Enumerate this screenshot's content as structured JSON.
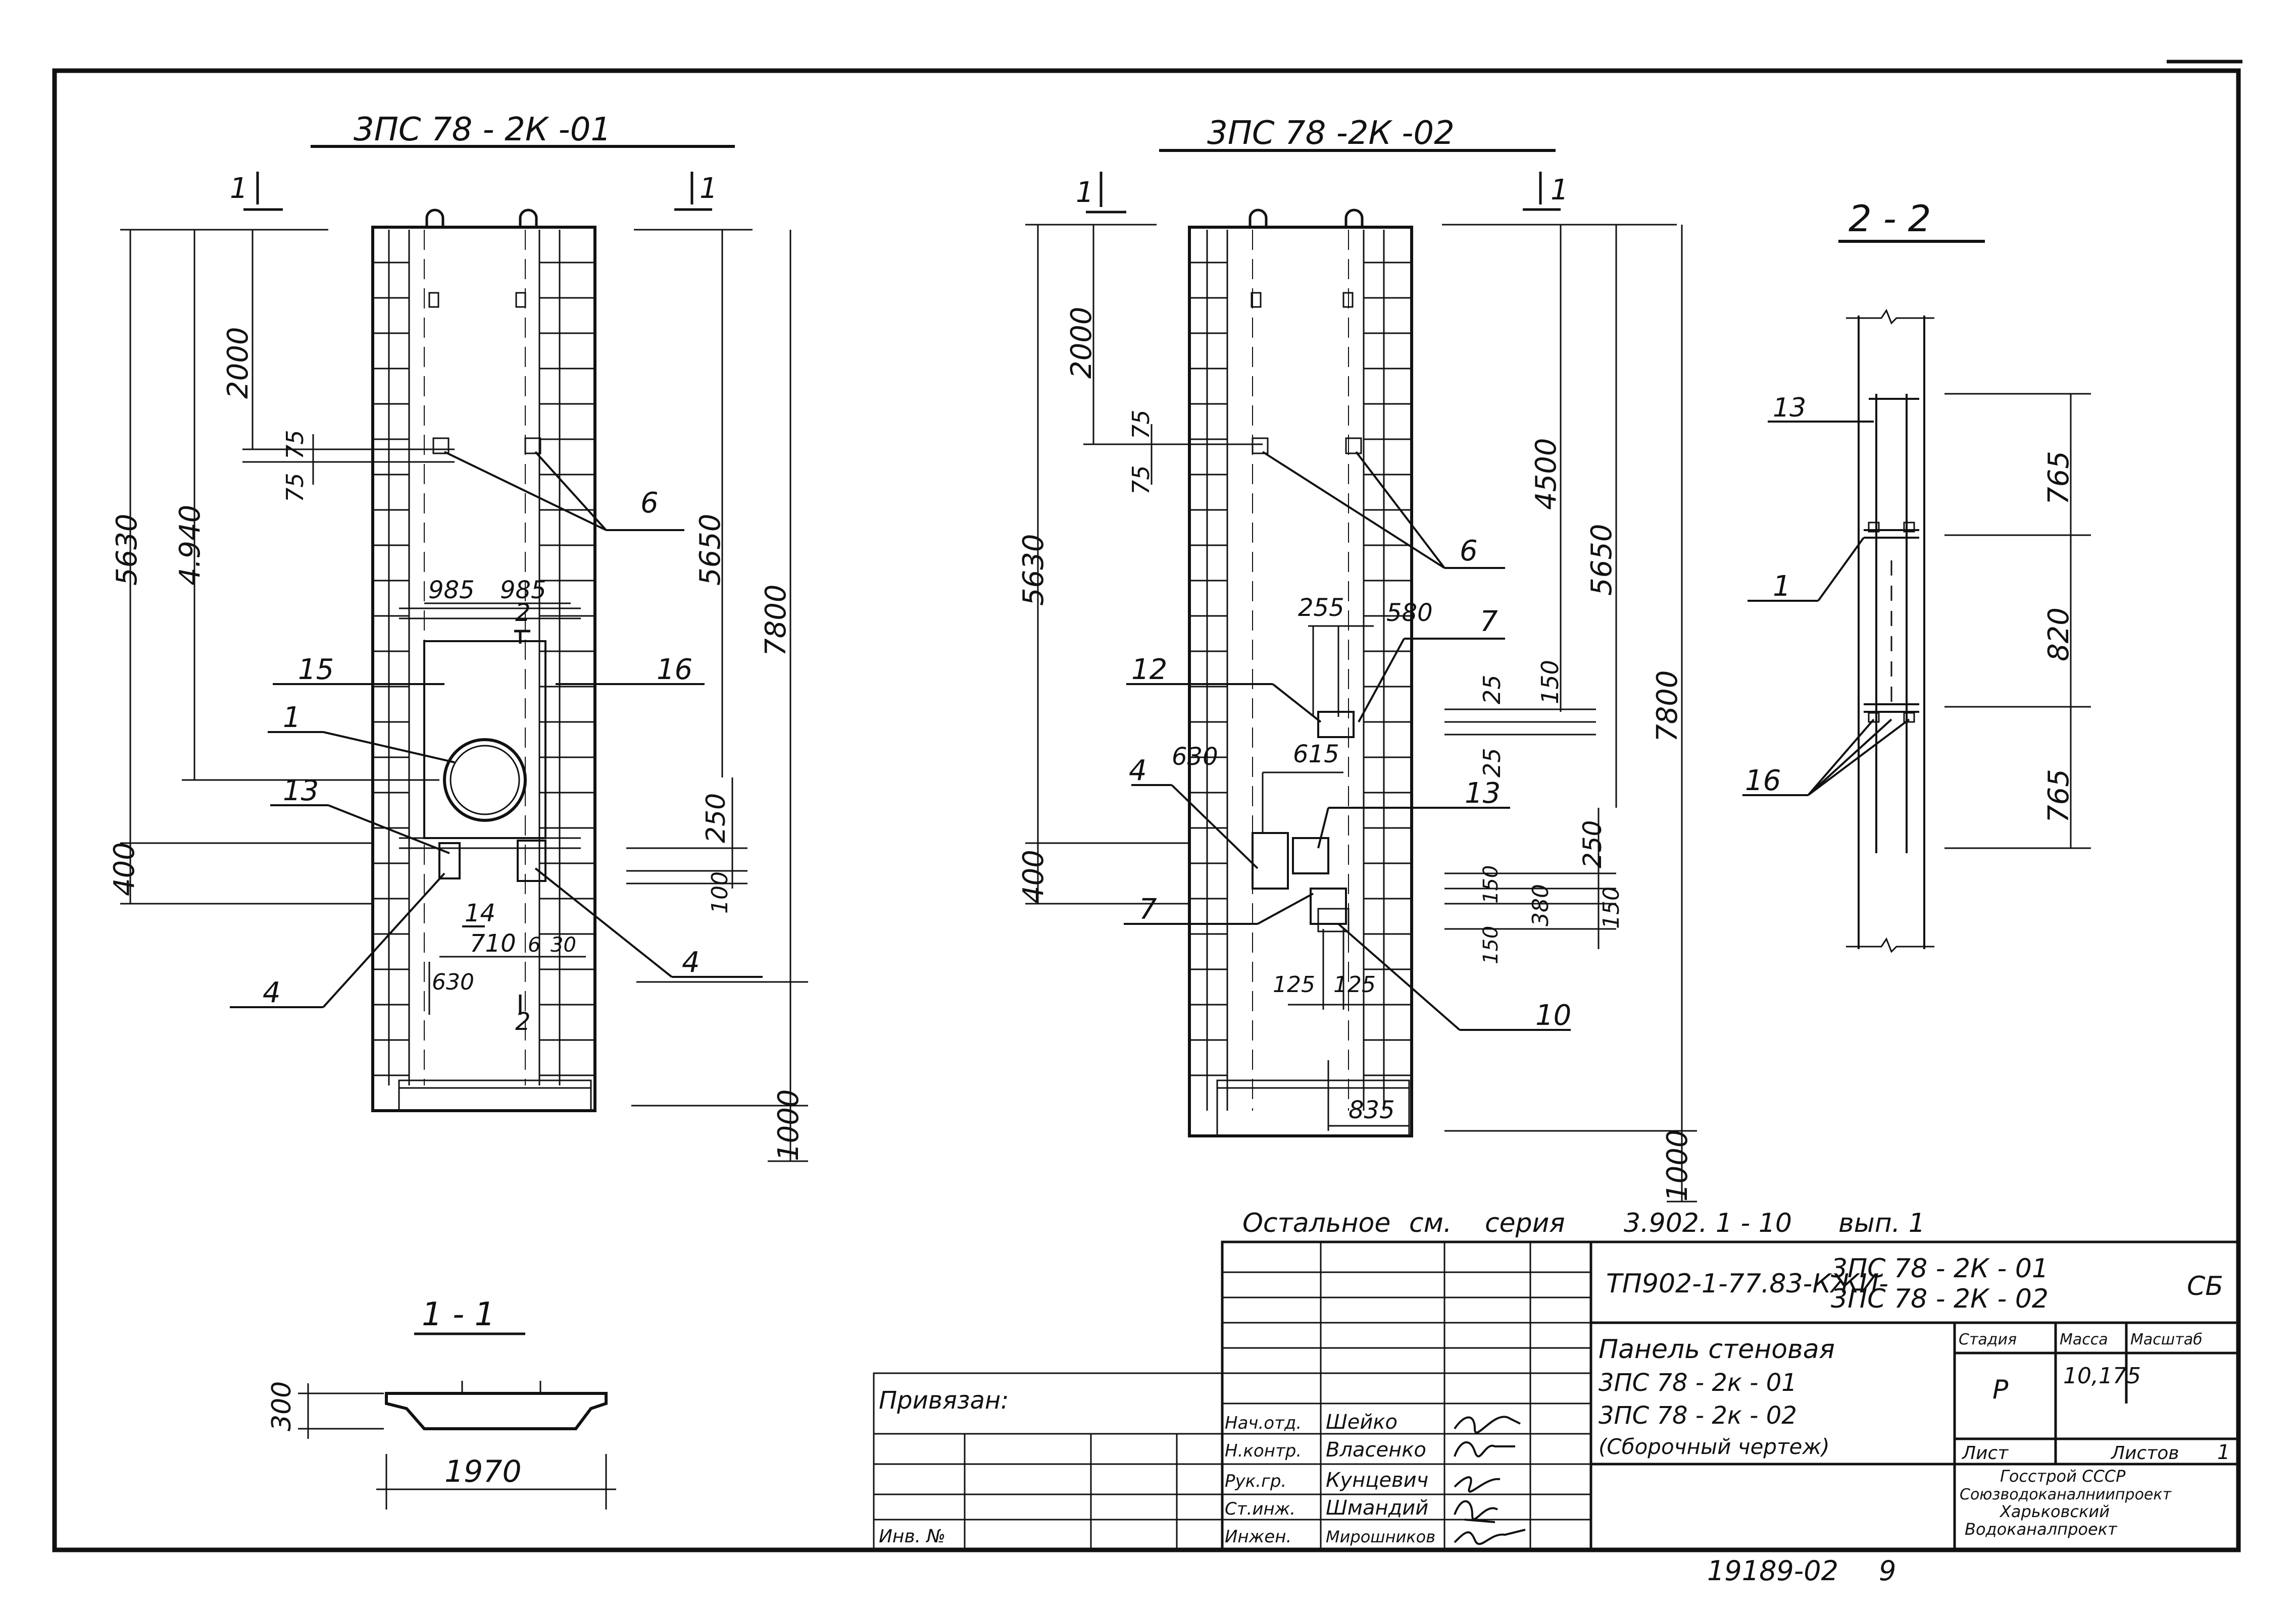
{
  "views": {
    "v1": {
      "title": "3ПС 78 - 2К -01",
      "section_mark": "1",
      "dims": {
        "d5630": "5630",
        "d4940": "4.940",
        "d2000": "2000",
        "d75a": "75",
        "d75b": "75",
        "d400": "400",
        "d985a": "985",
        "d985b": "985",
        "d5650": "5650",
        "d7800": "7800",
        "d250": "250",
        "d100": "100",
        "d710": "710",
        "d630": "630",
        "d1000": "1000",
        "d6": "6",
        "d30": "30"
      },
      "marks": {
        "m6": "6",
        "m15": "15",
        "m16": "16",
        "m1": "1",
        "m13": "13",
        "m14": "14",
        "m4a": "4",
        "m4b": "4",
        "m2a": "2",
        "m2b": "2"
      }
    },
    "v2": {
      "title": "3ПС 78 -2К -02",
      "section_mark": "1",
      "dims": {
        "d5630": "5630",
        "d2000": "2000",
        "d75a": "75",
        "d75b": "75",
        "d4500": "4500",
        "d5650": "5650",
        "d7800": "7800",
        "d255": "255",
        "d580": "580",
        "d25a": "25",
        "d150a": "150",
        "d25b": "25",
        "d630": "630",
        "d615": "615",
        "d400": "400",
        "d250": "250",
        "d150b": "150",
        "d380": "380",
        "d150c": "150",
        "d150d": "150",
        "d125a": "125",
        "d125b": "125",
        "d835": "835",
        "d1000": "1000"
      },
      "marks": {
        "m6": "6",
        "m7a": "7",
        "m12": "12",
        "m4": "4",
        "m13": "13",
        "m7b": "7",
        "m10": "10"
      }
    },
    "v3": {
      "title": "2 - 2",
      "dims": {
        "d765a": "765",
        "d820": "820",
        "d765b": "765"
      },
      "marks": {
        "m13": "13",
        "m1": "1",
        "m16": "16"
      }
    },
    "v4": {
      "title": "1 - 1",
      "dims": {
        "d300": "300",
        "d1970": "1970"
      }
    }
  },
  "note": {
    "t1": "Остальное",
    "t2": "см.",
    "t3": "серия",
    "t4": "3.902. 1 - 10",
    "t5": "вып. 1"
  },
  "title_block": {
    "code": "ТП902-1-77.83-КЖИ-",
    "code_name1": "3ПС 78 - 2К - 01",
    "code_name2": "3ПС 78 - 2К - 02",
    "code_suffix": "СБ",
    "name_l1": "Панель стеновая",
    "name_l2": "3ПС 78 - 2к - 01",
    "name_l3": "3ПС 78 - 2к - 02",
    "name_l4": "(Сборочный чертеж)",
    "h_stage": "Стадия",
    "h_mass": "Масса",
    "h_scale": "Масштаб",
    "stage": "Р",
    "mass": "10,175",
    "sheet_label": "Лист",
    "sheets_label": "Листов",
    "sheets": "1",
    "org1": "Госстрой СССР",
    "org2": "Союзводоканалниипроект",
    "org3": "Харьковский",
    "org4": "Водоканалпроект",
    "privyazan": "Привязан:",
    "inv": "Инв. №",
    "roles": [
      "Нач.отд.",
      "Н.контр.",
      "Рук.гр.",
      "Ст.инж.",
      "Инжен."
    ],
    "persons": [
      "Шейко",
      "Власенко",
      "Кунцевич",
      "Шмандий",
      "Мирошников"
    ]
  },
  "footer": {
    "archive_no": "19189-02",
    "page_no": "9"
  }
}
